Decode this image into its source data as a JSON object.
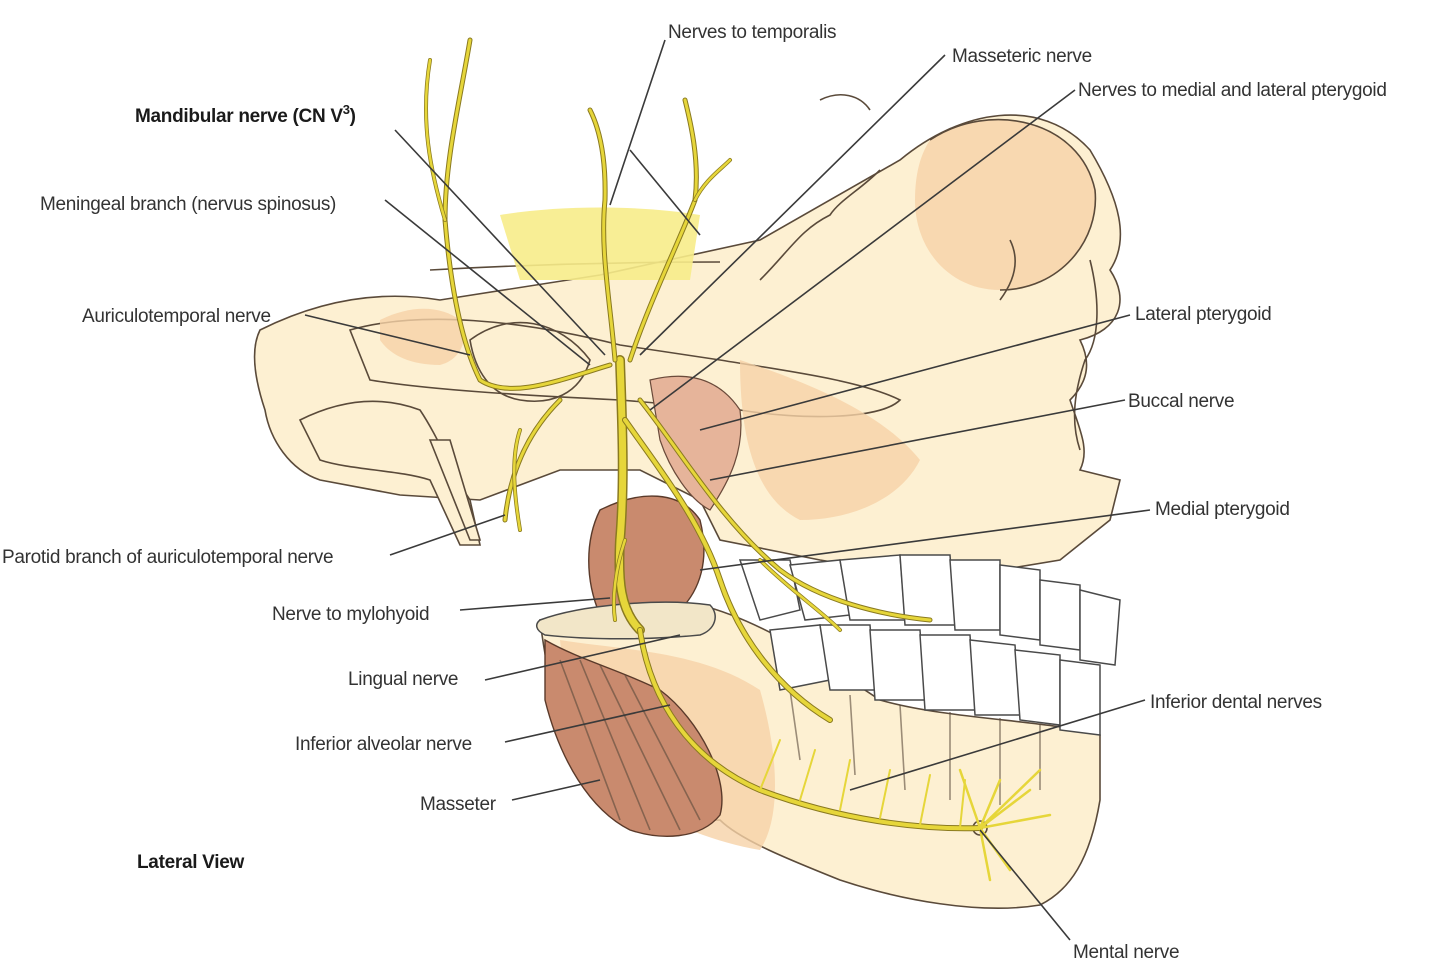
{
  "labels": {
    "nerves_to_temporalis": "Nerves to temporalis",
    "masseteric_nerve": "Masseteric nerve",
    "nerves_to_pterygoid": "Nerves to medial and lateral pterygoid",
    "mandibular_nerve": "Mandibular nerve (CN V",
    "mandibular_nerve_sup": "3",
    "mandibular_nerve_end": ")",
    "meningeal_branch": "Meningeal branch (nervus spinosus)",
    "auriculotemporal_nerve": "Auriculotemporal nerve",
    "lateral_pterygoid": "Lateral pterygoid",
    "buccal_nerve": "Buccal nerve",
    "medial_pterygoid": "Medial pterygoid",
    "parotid_branch": "Parotid branch of auriculotemporal nerve",
    "nerve_to_mylohyoid": "Nerve to mylohyoid",
    "lingual_nerve": "Lingual nerve",
    "inferior_dental_nerves": "Inferior dental nerves",
    "inferior_alveolar_nerve": "Inferior alveolar nerve",
    "masseter": "Masseter",
    "lateral_view": "Lateral View",
    "mental_nerve": "Mental nerve"
  },
  "colors": {
    "nerve": "#e6d63a",
    "bone": "#fdf0d2",
    "muscle": "#c98a6e",
    "label_text": "#333333"
  }
}
